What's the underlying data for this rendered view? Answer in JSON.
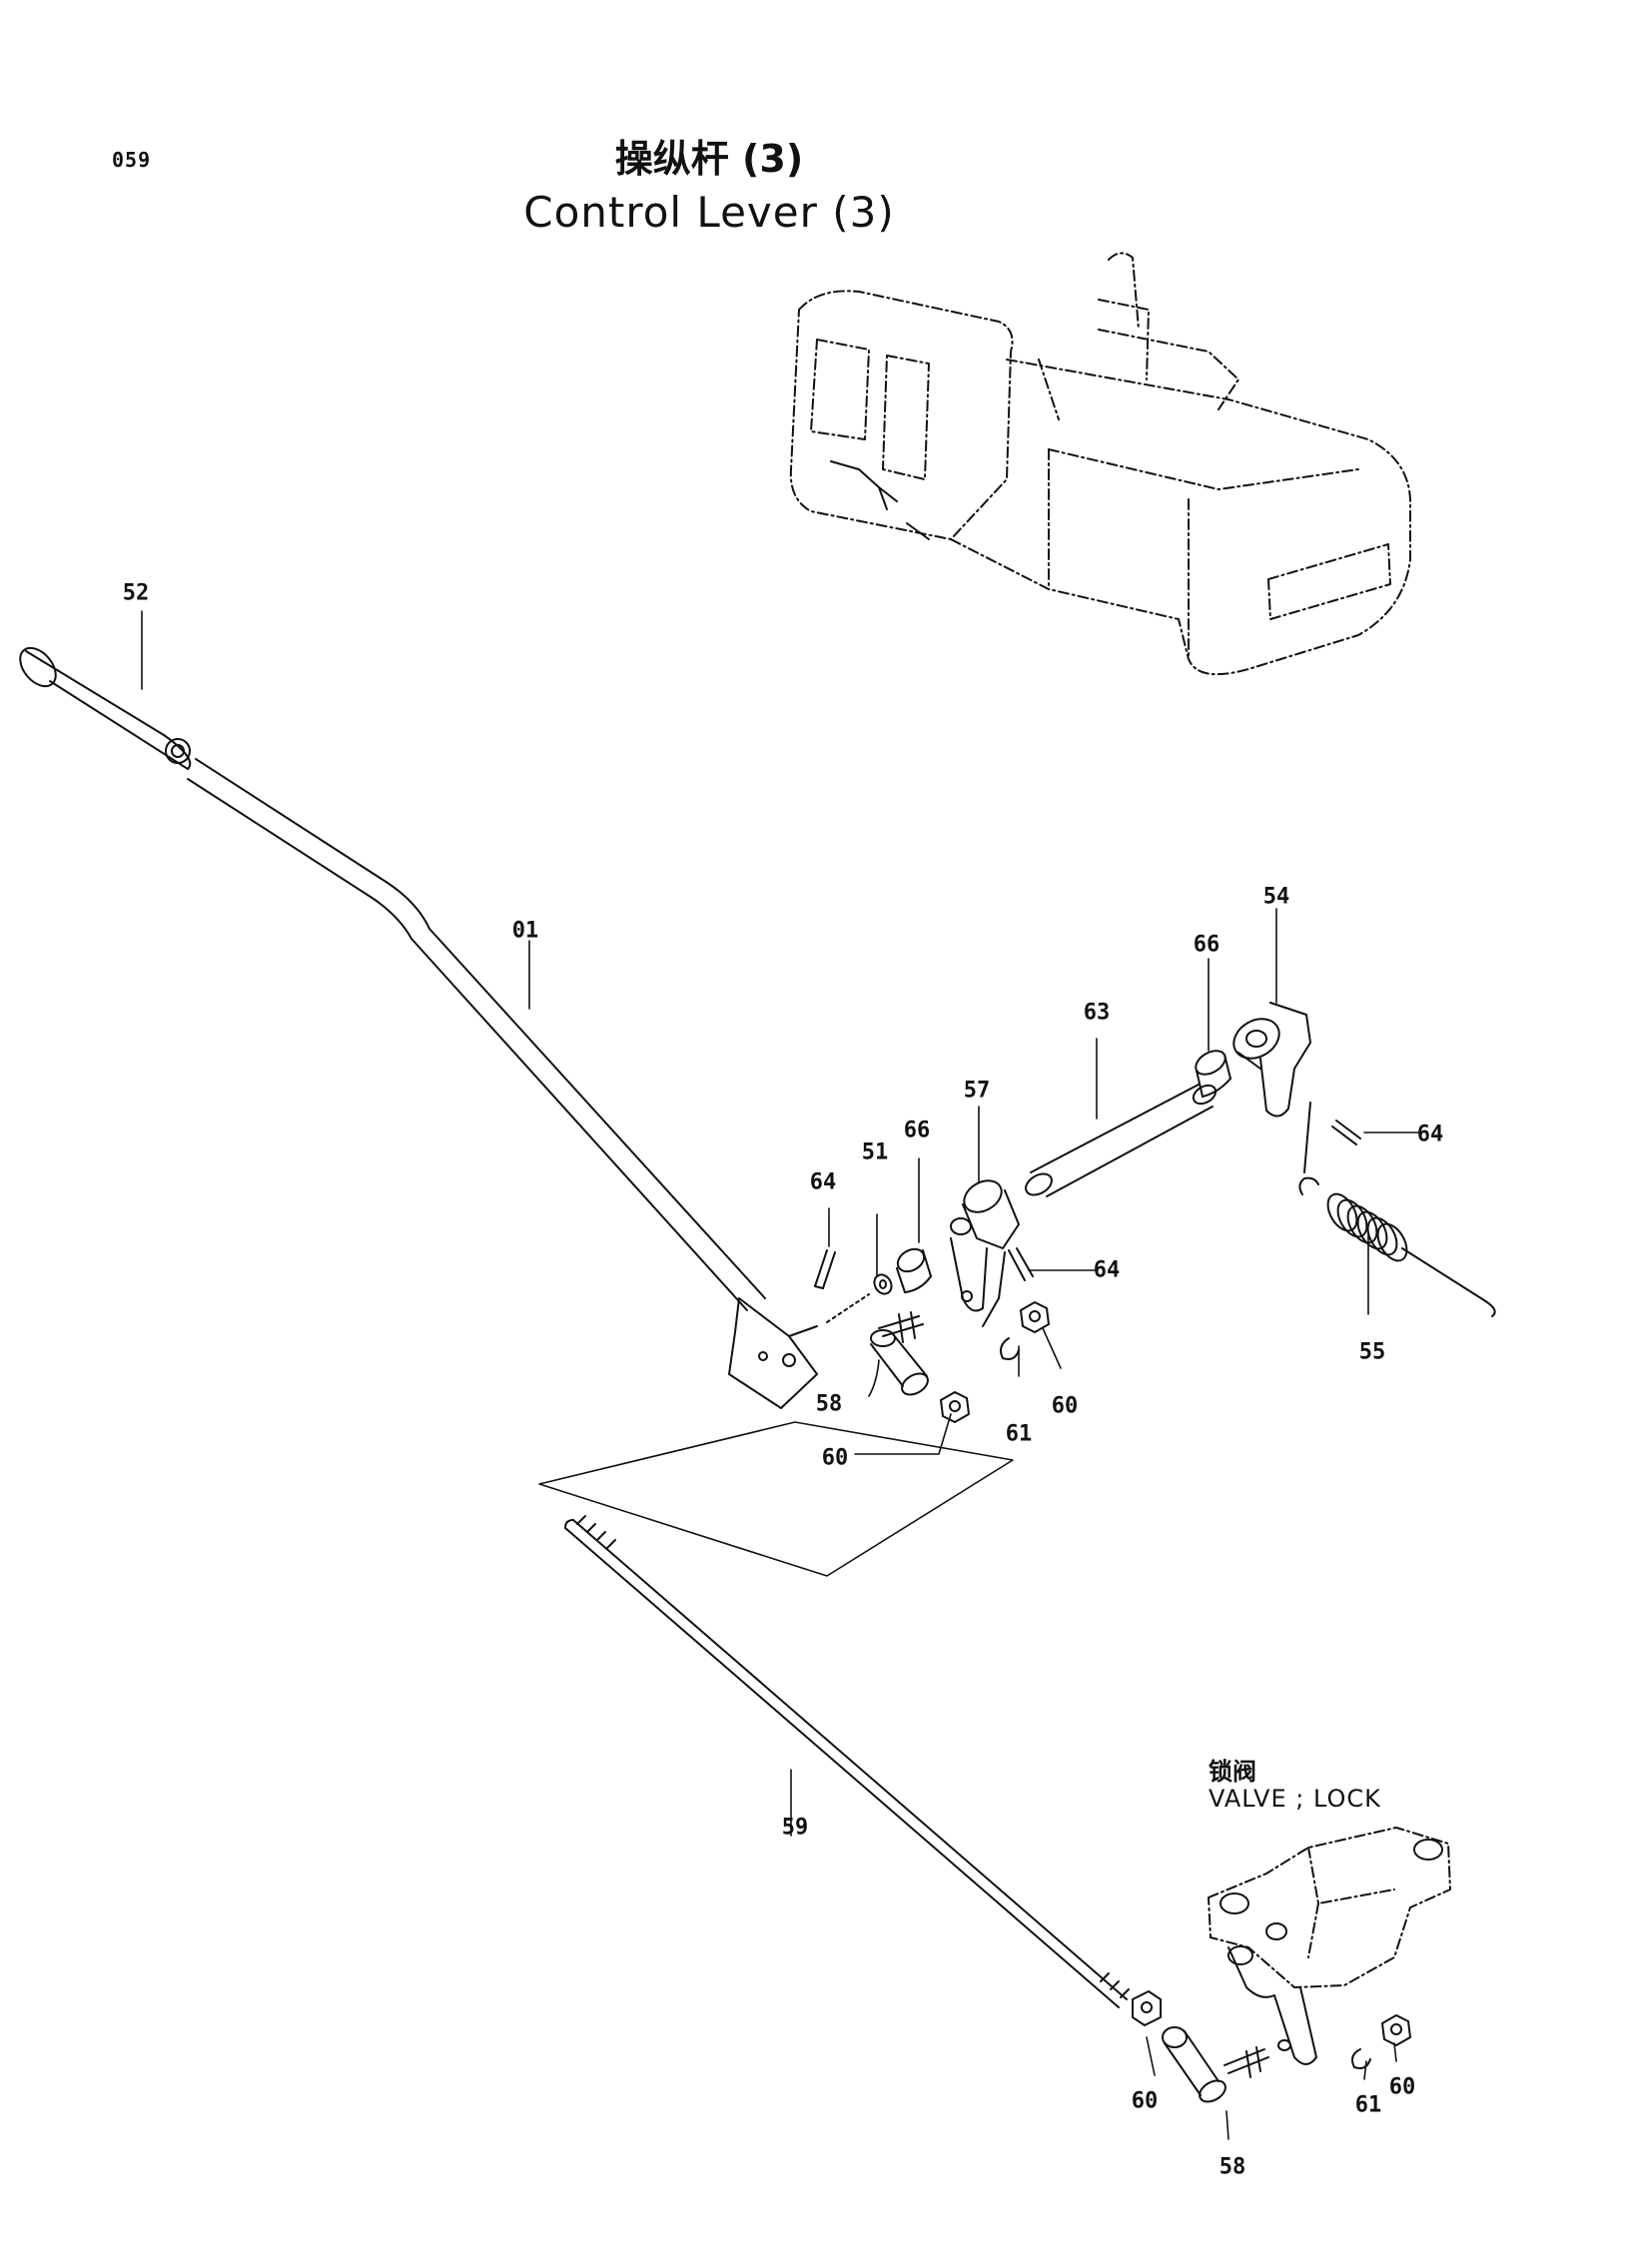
{
  "page": {
    "number": "059",
    "title_cn": "操纵杆 (3)",
    "title_en": "Control Lever (3)"
  },
  "callouts": [
    {
      "id": "52",
      "text": "52"
    },
    {
      "id": "01",
      "text": "01"
    },
    {
      "id": "54",
      "text": "54"
    },
    {
      "id": "66a",
      "text": "66"
    },
    {
      "id": "63",
      "text": "63"
    },
    {
      "id": "57",
      "text": "57"
    },
    {
      "id": "66b",
      "text": "66"
    },
    {
      "id": "51",
      "text": "51"
    },
    {
      "id": "64a",
      "text": "64"
    },
    {
      "id": "64b",
      "text": "64"
    },
    {
      "id": "64c",
      "text": "64"
    },
    {
      "id": "55",
      "text": "55"
    },
    {
      "id": "58a",
      "text": "58"
    },
    {
      "id": "61a",
      "text": "61"
    },
    {
      "id": "60a",
      "text": "60"
    },
    {
      "id": "60b",
      "text": "60"
    },
    {
      "id": "59",
      "text": "59"
    },
    {
      "id": "60c",
      "text": "60"
    },
    {
      "id": "58b",
      "text": "58"
    },
    {
      "id": "61b",
      "text": "61"
    },
    {
      "id": "60d",
      "text": "60"
    }
  ],
  "valve_label": {
    "cn": "锁阀",
    "en": "VALVE ; LOCK"
  }
}
